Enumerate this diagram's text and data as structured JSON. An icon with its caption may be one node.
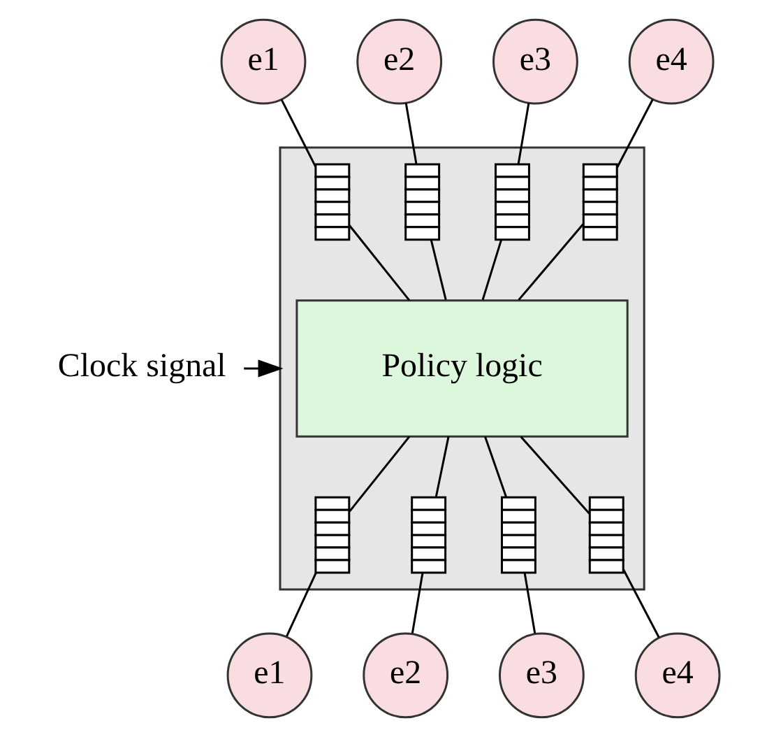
{
  "diagram": {
    "nodes": [
      {
        "text": [
          "e1"
        ]
      },
      {
        "text": [
          "e2"
        ]
      },
      {
        "text": [
          "e3"
        ]
      },
      {
        "text": [
          "e4"
        ]
      },
      {
        "text": [],
        "shape": "box"
      },
      {
        "text": [],
        "shape": "queue",
        "in": 4
      },
      {
        "text": [],
        "shape": "queue",
        "in": 4
      },
      {
        "text": [],
        "shape": "queue",
        "in": 4
      },
      {
        "text": [],
        "shape": "queue",
        "in": 4
      },
      {
        "text": [
          "Policy logic"
        ],
        "in": 4
      },
      {
        "text": [],
        "shape": "queue",
        "in": 4
      },
      {
        "text": [],
        "shape": "queue",
        "in": 4
      },
      {
        "text": [],
        "shape": "queue",
        "in": 4
      },
      {
        "text": [],
        "shape": "queue",
        "in": 4
      },
      {
        "text": [
          "e1"
        ]
      },
      {
        "text": [
          "e2"
        ]
      },
      {
        "text": [
          "e3"
        ]
      },
      {
        "text": [
          "e4"
        ]
      },
      {
        "text": [
          "Clock signal"
        ]
      }
    ],
    "edges": [
      {
        "from": 0,
        "to": 5,
        "arrow": "none"
      },
      {
        "from": 1,
        "to": 6,
        "arrow": "none"
      },
      {
        "from": 2,
        "to": 7,
        "arrow": "none"
      },
      {
        "from": 3,
        "to": 8,
        "arrow": "none"
      },
      {
        "from": 5,
        "to": 9,
        "arrow": "none"
      },
      {
        "from": 6,
        "to": 9,
        "arrow": "none"
      },
      {
        "from": 7,
        "to": 9,
        "arrow": "none"
      },
      {
        "from": 8,
        "to": 9,
        "arrow": "none"
      },
      {
        "from": 9,
        "to": 10,
        "arrow": "none"
      },
      {
        "from": 9,
        "to": 11,
        "arrow": "none"
      },
      {
        "from": 9,
        "to": 12,
        "arrow": "none"
      },
      {
        "from": 9,
        "to": 13,
        "arrow": "none"
      },
      {
        "from": 10,
        "to": 14,
        "arrow": "none"
      },
      {
        "from": 11,
        "to": 15,
        "arrow": "none"
      },
      {
        "from": 12,
        "to": 16,
        "arrow": "none"
      },
      {
        "from": 13,
        "to": 17,
        "arrow": "none"
      },
      {
        "from": 18,
        "to": 4,
        "arrow": "to"
      }
    ]
  }
}
